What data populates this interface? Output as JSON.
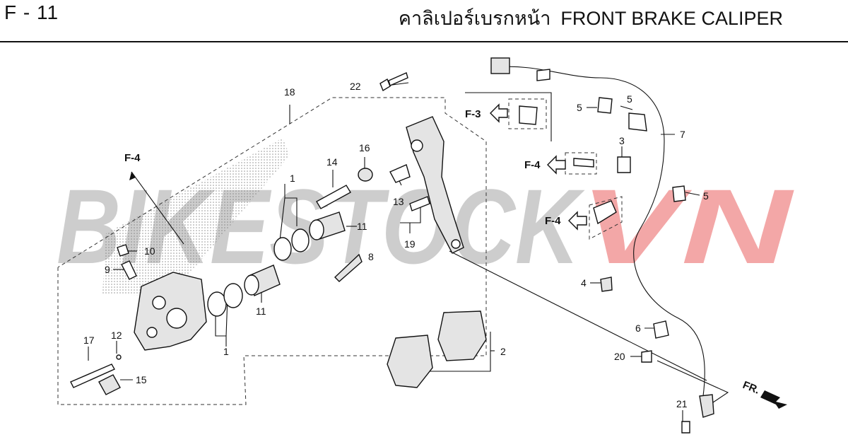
{
  "header": {
    "page_code": "F - 11",
    "title_th": "คาลิเปอร์เบรกหน้า",
    "title_en": "FRONT BRAKE CALIPER"
  },
  "watermark": {
    "text_main": "BIKESTOCK",
    "text_accent": "VN",
    "color_main": "#bdbdbd",
    "color_accent": "#f08a8a"
  },
  "callouts": {
    "c1a": "1",
    "c1b": "1",
    "c2": "2",
    "c3": "3",
    "c4": "4",
    "c5a": "5",
    "c5b": "5",
    "c5c": "5",
    "c6": "6",
    "c7": "7",
    "c8": "8",
    "c9": "9",
    "c10": "10",
    "c11a": "11",
    "c11b": "11",
    "c12": "12",
    "c13": "13",
    "c14": "14",
    "c15": "15",
    "c16": "16",
    "c17": "17",
    "c18": "18",
    "c19": "19",
    "c20": "20",
    "c21": "21",
    "c22": "22"
  },
  "refs": {
    "f4_top": "F-4",
    "f3": "F-3",
    "f4_mid": "F-4",
    "f4_low": "F-4",
    "fr": "FR."
  }
}
